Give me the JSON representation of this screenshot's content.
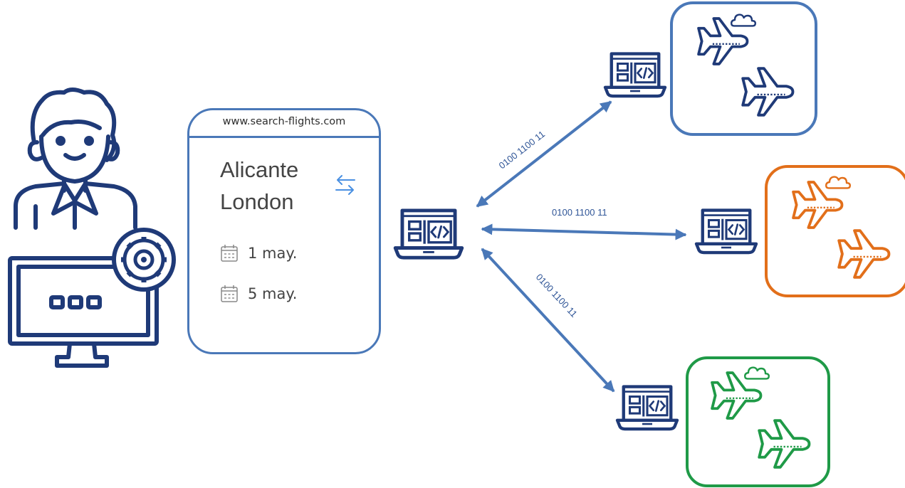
{
  "search_card": {
    "url": "www.search-flights.com",
    "origin": "Alicante",
    "destination": "London",
    "depart_date": "1 may.",
    "return_date": "5 may."
  },
  "links": {
    "top_label": "0100 1100 11",
    "middle_label": "0100 1100 11",
    "bottom_label": "0100 1100 11"
  },
  "colors": {
    "primary": "#4a78b8",
    "icon_navy": "#1f3a78",
    "airline_orange": "#e26f1a",
    "airline_green": "#1f9a47",
    "binary_text": "#2f5597"
  },
  "icons": [
    "user-icon",
    "computer-gear-icon",
    "laptop-code-icon",
    "airplane-icon",
    "cloud-icon",
    "calendar-icon",
    "swap-arrows-icon"
  ]
}
